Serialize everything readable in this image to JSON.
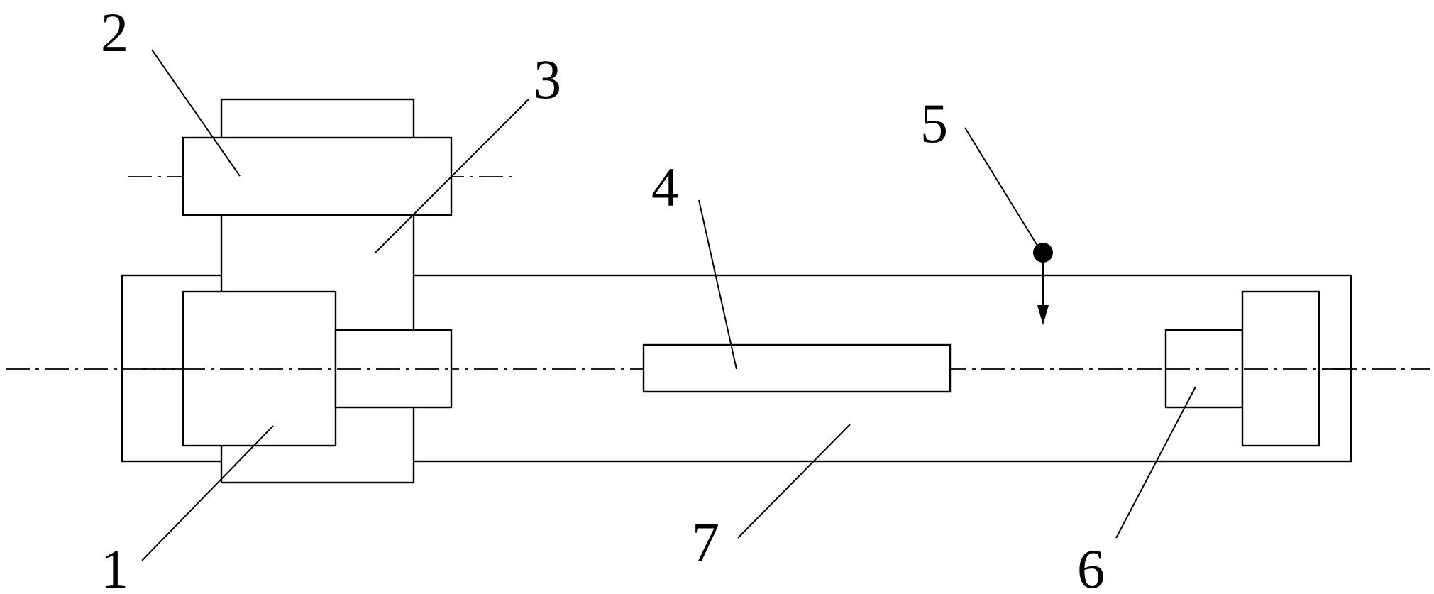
{
  "labels": {
    "part_1": "1",
    "part_2": "2",
    "part_3": "3",
    "part_4": "4",
    "part_5": "5",
    "part_6": "6",
    "part_7": "7"
  },
  "colors": {
    "line": "#000000",
    "background": "#ffffff"
  }
}
